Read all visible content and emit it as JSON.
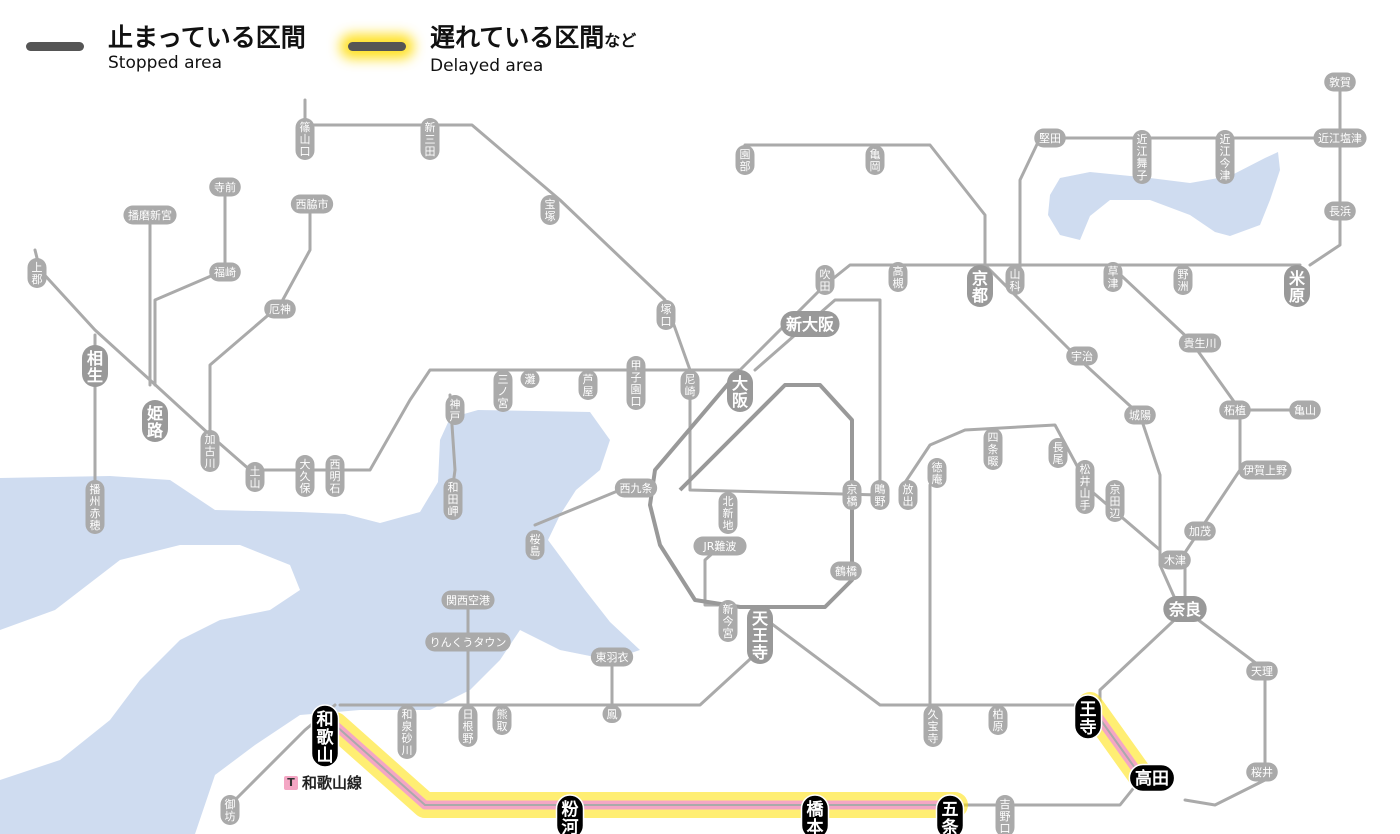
{
  "legend": {
    "stopped_ja": "止まっている区間",
    "stopped_en": "Stopped area",
    "delayed_ja": "遅れている区間",
    "delayed_suffix": "など",
    "delayed_en": "Delayed area"
  },
  "colors": {
    "water": "#cfdcf0",
    "line": "#aaaaaa",
    "loop": "#999999",
    "stopped": "#555555",
    "delayed_line": "#f4a6c4",
    "delayed_glow": "#ffe000",
    "station_box": "#aaaaaa",
    "station_major": "#999999",
    "station_alert": "#000000"
  },
  "line_badge": {
    "icon": "T",
    "label": "和歌山線"
  },
  "stations": {
    "sasayamaguchi": "篠山口",
    "shinsanda": "新三田",
    "takarazuka": "宝塚",
    "sonobe": "園部",
    "kameoka": "亀岡",
    "katata": "堅田",
    "omimaiko": "近江舞子",
    "omiimazu": "近江今津",
    "tsuruga": "敦賀",
    "omishiotsu": "近江塩津",
    "nagahama": "長浜",
    "maibara": "米原",
    "yasu": "野洲",
    "kusatsu": "草津",
    "yamashina": "山科",
    "kyoto": "京都",
    "takatsuki": "高槻",
    "suita": "吹田",
    "shinosaka": "新大阪",
    "osaka": "大阪",
    "tsukaguchi": "塚口",
    "amagasaki": "尼崎",
    "koshienguchi": "甲子園口",
    "ashiya": "芦屋",
    "nada": "灘",
    "sannomiya": "三ノ宮",
    "kobe": "神戸",
    "wadamisaki": "和田岬",
    "nishiakashi": "西明石",
    "okubo": "大久保",
    "dosan": "土山",
    "kakogawa": "加古川",
    "yashiro": "厄神",
    "nishiwakishi": "西脇市",
    "teramae": "寺前",
    "fukusaki": "福崎",
    "harimashinguu": "播磨新宮",
    "kamigori": "上郡",
    "aioi": "相生",
    "himeji": "姫路",
    "banshuako": "播州赤穂",
    "uji": "宇治",
    "jojo": "城陽",
    "kizu": "木津",
    "kamo": "加茂",
    "iga": "伊賀上野",
    "tsuge": "柘植",
    "kameyama": "亀山",
    "tsuge2": "貴生川",
    "shijonawate": "四条畷",
    "nagao": "長尾",
    "matsuiyamate": "松井山手",
    "kyotanabe": "京田辺",
    "tokuan": "徳庵",
    "hanaten": "放出",
    "shigino": "鴫野",
    "kyobashi": "京橋",
    "kitashinchi": "北新地",
    "nishikujo": "西九条",
    "sakurajima": "桜島",
    "jrnamba": "JR難波",
    "shinimamiya": "新今宮",
    "tennoji": "天王寺",
    "tsuruhashi": "鶴橋",
    "kansaiairport": "関西空港",
    "rinku": "りんくうタウン",
    "higashihagoromo": "東羽衣",
    "otori": "鳳",
    "kumatori": "熊取",
    "hineno": "日根野",
    "izumisunagawa": "和泉砂川",
    "wakayama": "和歌山",
    "gobo": "御坊",
    "kokawa": "粉河",
    "hashimoto": "橋本",
    "gojo": "五条",
    "yoshinoguchi": "吉野口",
    "kashiwara": "柏原",
    "kyuhoji": "久宝寺",
    "oji": "王寺",
    "takada": "高田",
    "nara": "奈良",
    "tenri": "天理",
    "sakurai": "桜井"
  }
}
